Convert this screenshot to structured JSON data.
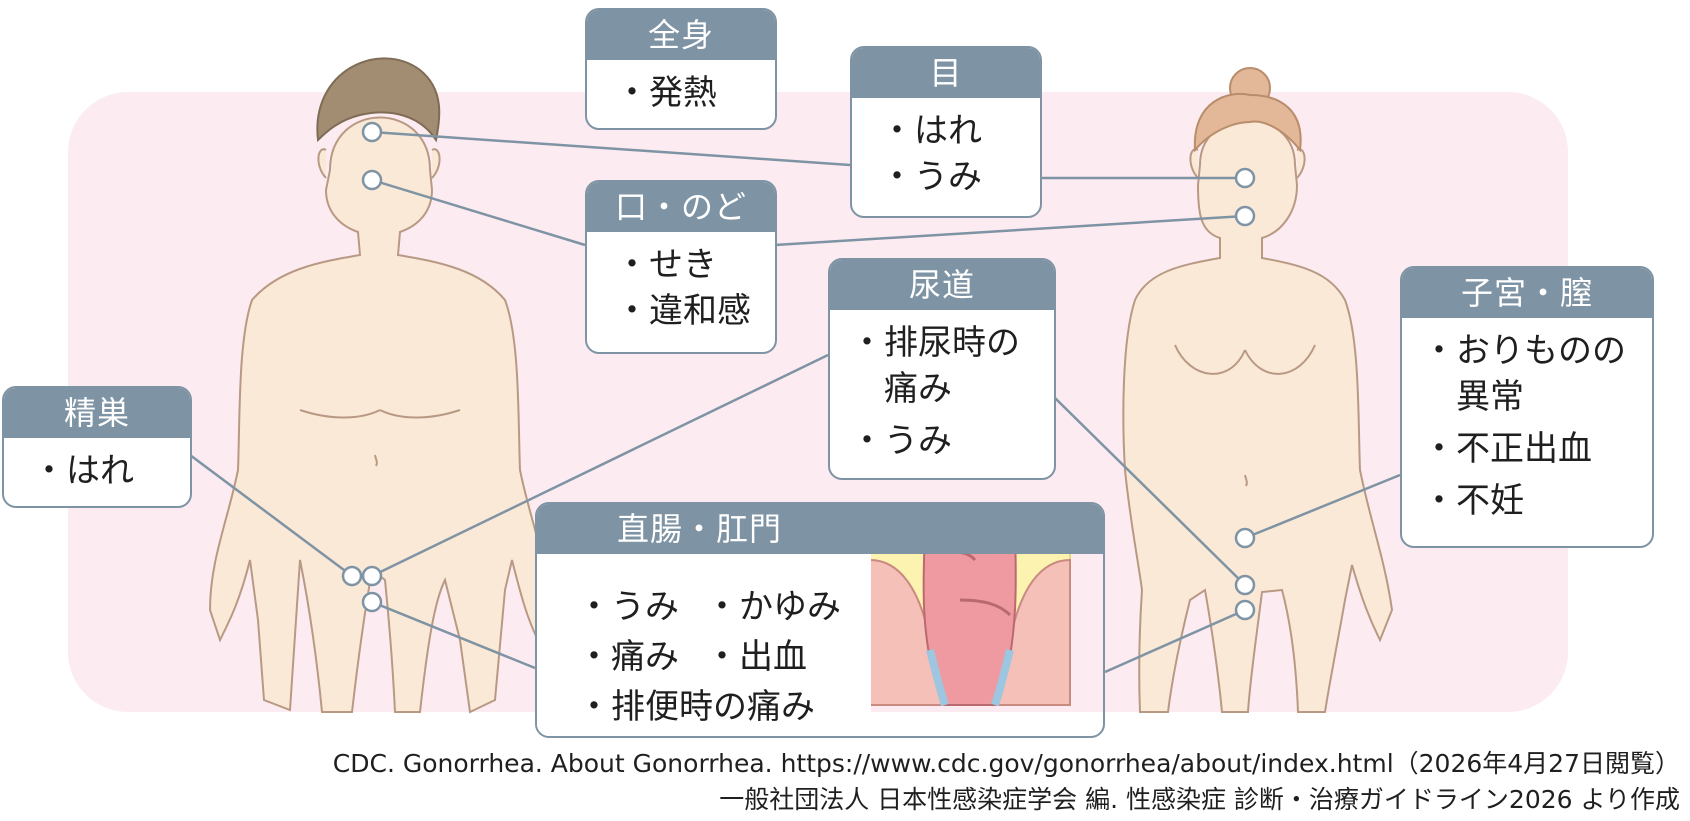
{
  "boxes": {
    "zenshin": {
      "title": "全身",
      "items": [
        "発熱"
      ]
    },
    "me": {
      "title": "目",
      "items": [
        "はれ",
        "うみ"
      ]
    },
    "kuchi": {
      "title": "口・のど",
      "items": [
        "せき",
        "違和感"
      ]
    },
    "nyodo": {
      "title": "尿道",
      "items": [
        "排尿時の\n痛み",
        "うみ"
      ]
    },
    "shikyu": {
      "title": "子宮・膣",
      "items": [
        "おりものの\n異常",
        "不正出血",
        "不妊"
      ]
    },
    "seiso": {
      "title": "精巣",
      "items": [
        "はれ"
      ]
    },
    "chokucho": {
      "title": "直腸・肛門",
      "items": [
        "うみ",
        "かゆみ",
        "痛み",
        "出血",
        "排便時の痛み"
      ]
    }
  },
  "source": {
    "line1": "CDC. Gonorrhea. About Gonorrhea. https://www.cdc.gov/gonorrhea/about/index.html（2026年4月27日閲覧）",
    "line2": "一般社団法人 日本性感染症学会 編. 性感染症 診断・治療ガイドライン2026 より作成"
  },
  "colors": {
    "panel": "#fcebf1",
    "box_header": "#7e93a3",
    "skin": "#fbe9d7",
    "male_hair": "#a38d72",
    "female_hair": "#e2b898",
    "leader_line": "#7e93a3"
  }
}
